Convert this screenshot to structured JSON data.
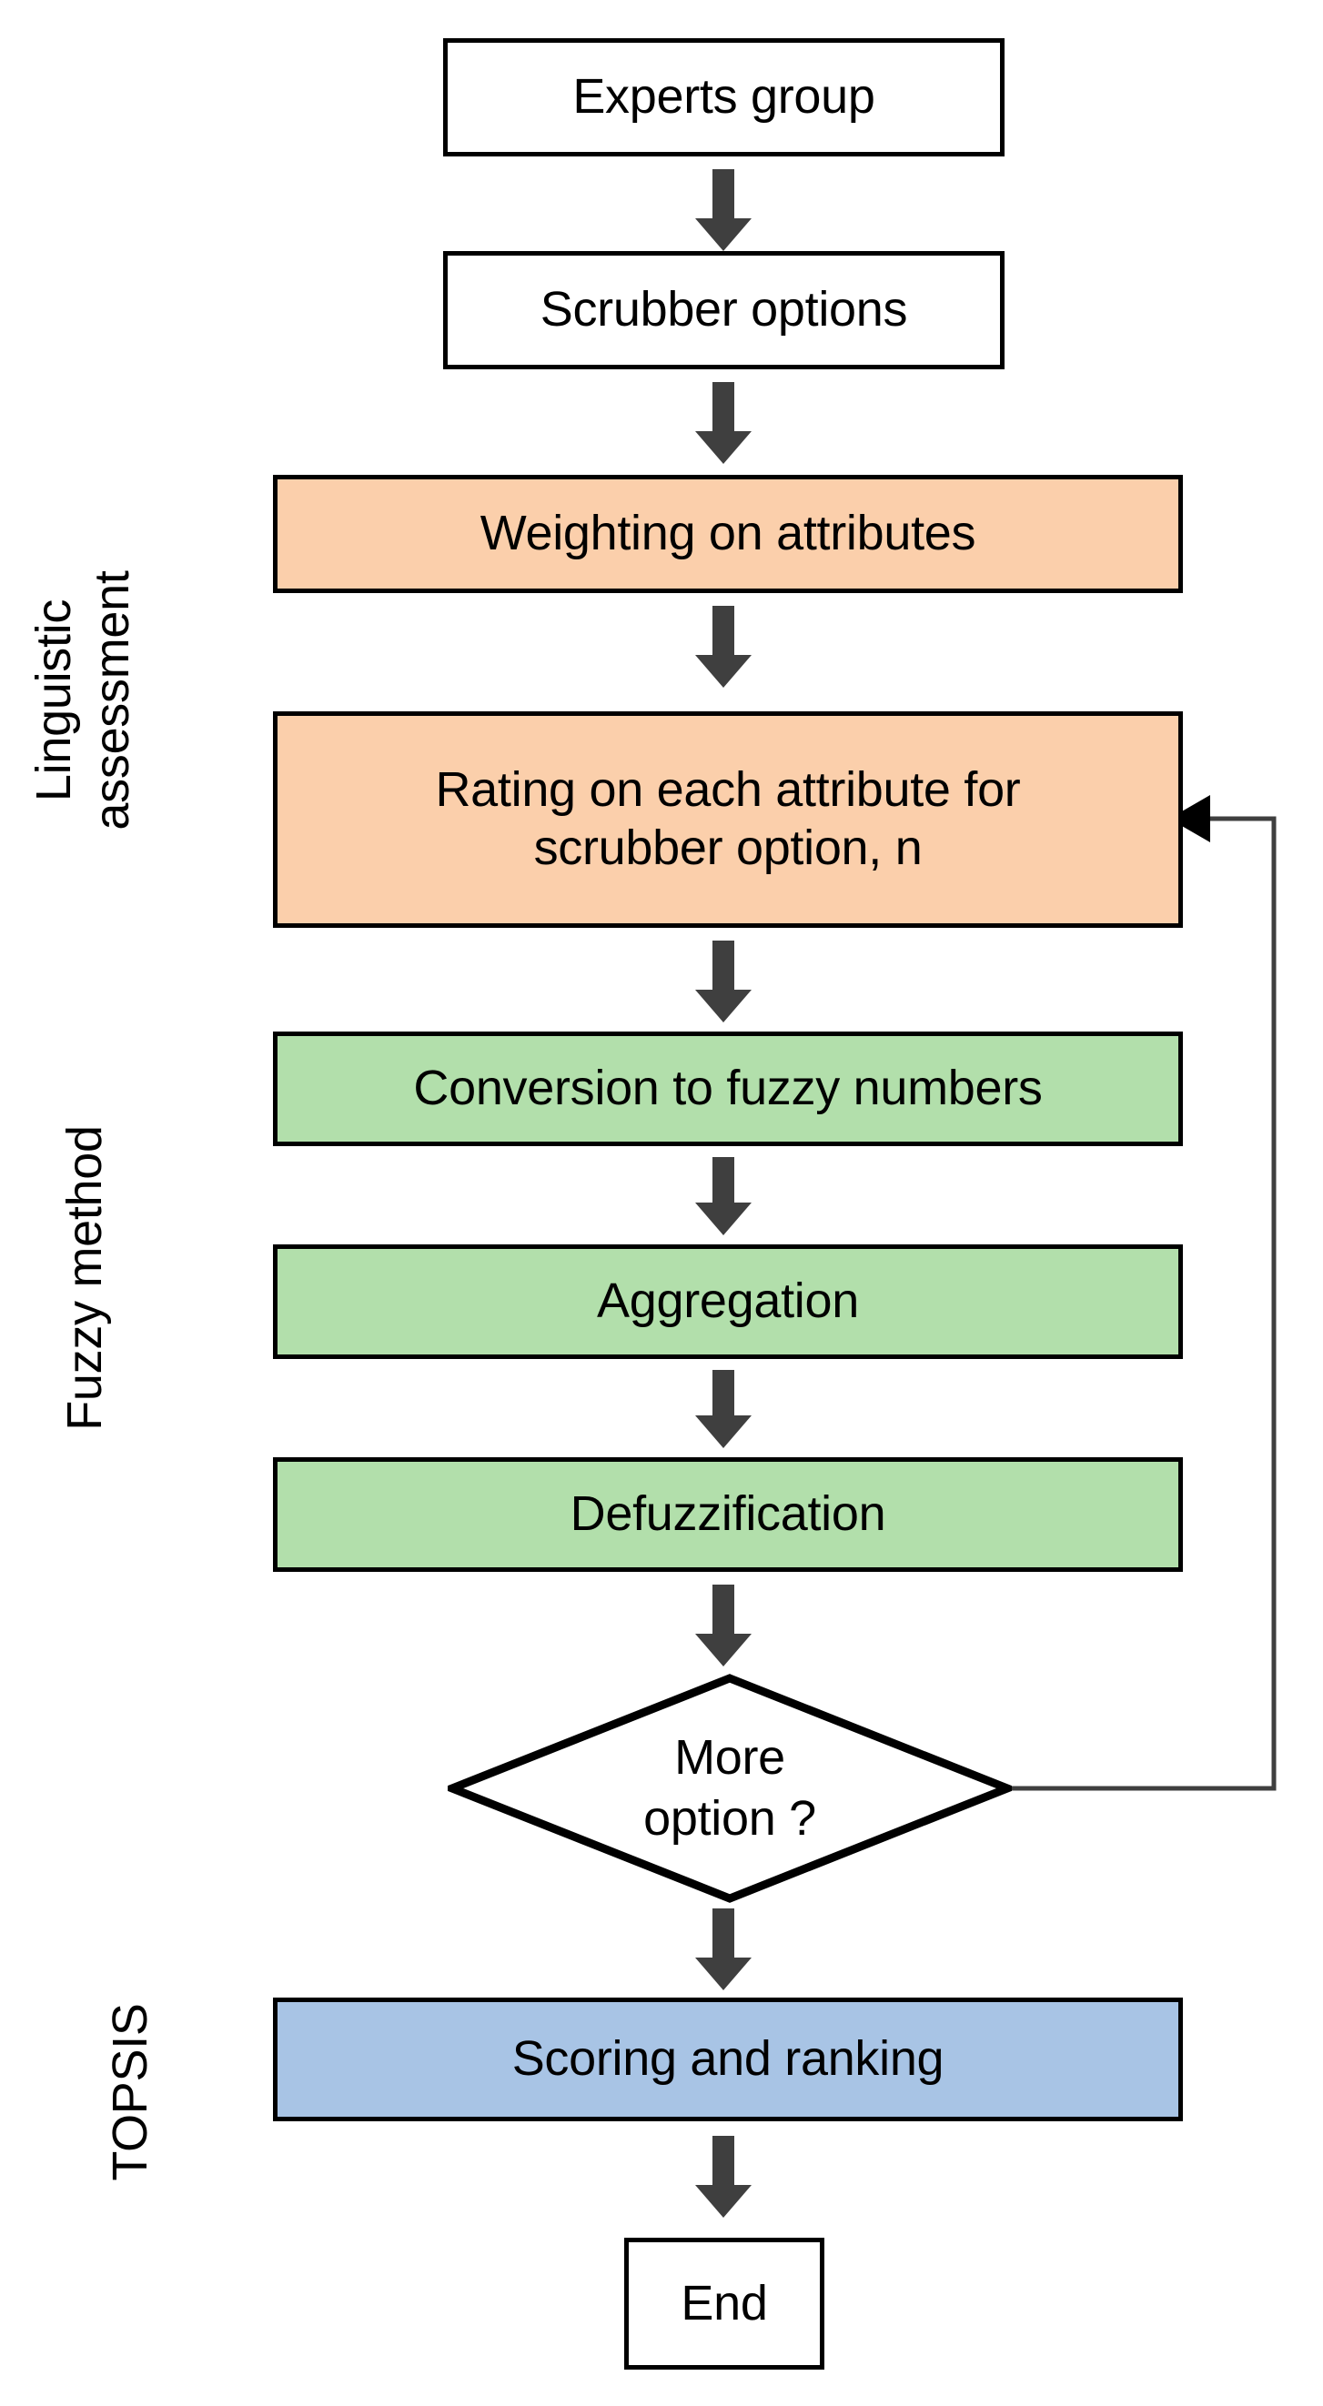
{
  "diagram": {
    "title": "Fuzzy TOPSIS scrubber selection flowchart",
    "colors": {
      "orange": "#fbcfab",
      "green": "#b2dfab",
      "blue": "#a8c4e5",
      "white": "#ffffff",
      "outline": "#000000",
      "arrow": "#3f3f3f"
    },
    "phase_labels": [
      {
        "id": "linguistic",
        "text": "Linguistic\nassessment"
      },
      {
        "id": "fuzzy",
        "text": "Fuzzy method"
      },
      {
        "id": "topsis",
        "text": "TOPSIS"
      }
    ],
    "nodes": [
      {
        "id": "experts",
        "label": "Experts group",
        "shape": "rect",
        "fill": "white"
      },
      {
        "id": "scrubber",
        "label": "Scrubber options",
        "shape": "rect",
        "fill": "white"
      },
      {
        "id": "weighting",
        "label": "Weighting on attributes",
        "shape": "rect",
        "fill": "orange"
      },
      {
        "id": "rating",
        "label": "Rating on each attribute for\nscrubber option, n",
        "shape": "rect",
        "fill": "orange"
      },
      {
        "id": "conversion",
        "label": "Conversion to fuzzy numbers",
        "shape": "rect",
        "fill": "green"
      },
      {
        "id": "aggregation",
        "label": "Aggregation",
        "shape": "rect",
        "fill": "green"
      },
      {
        "id": "defuzz",
        "label": "Defuzzification",
        "shape": "rect",
        "fill": "green"
      },
      {
        "id": "more",
        "label": "More\noption ?",
        "shape": "diamond",
        "fill": "white"
      },
      {
        "id": "scoring",
        "label": "Scoring and ranking",
        "shape": "rect",
        "fill": "blue"
      },
      {
        "id": "end",
        "label": "End",
        "shape": "rect",
        "fill": "white"
      }
    ],
    "edges": [
      {
        "from": "experts",
        "to": "scrubber",
        "type": "block-arrow-down"
      },
      {
        "from": "scrubber",
        "to": "weighting",
        "type": "block-arrow-down"
      },
      {
        "from": "weighting",
        "to": "rating",
        "type": "block-arrow-down"
      },
      {
        "from": "rating",
        "to": "conversion",
        "type": "block-arrow-down"
      },
      {
        "from": "conversion",
        "to": "aggregation",
        "type": "block-arrow-down"
      },
      {
        "from": "aggregation",
        "to": "defuzz",
        "type": "block-arrow-down"
      },
      {
        "from": "defuzz",
        "to": "more",
        "type": "block-arrow-down"
      },
      {
        "from": "more",
        "to": "scoring",
        "type": "block-arrow-down"
      },
      {
        "from": "scoring",
        "to": "end",
        "type": "block-arrow-down"
      },
      {
        "from": "more",
        "to": "rating",
        "type": "loop-back-line"
      }
    ]
  }
}
